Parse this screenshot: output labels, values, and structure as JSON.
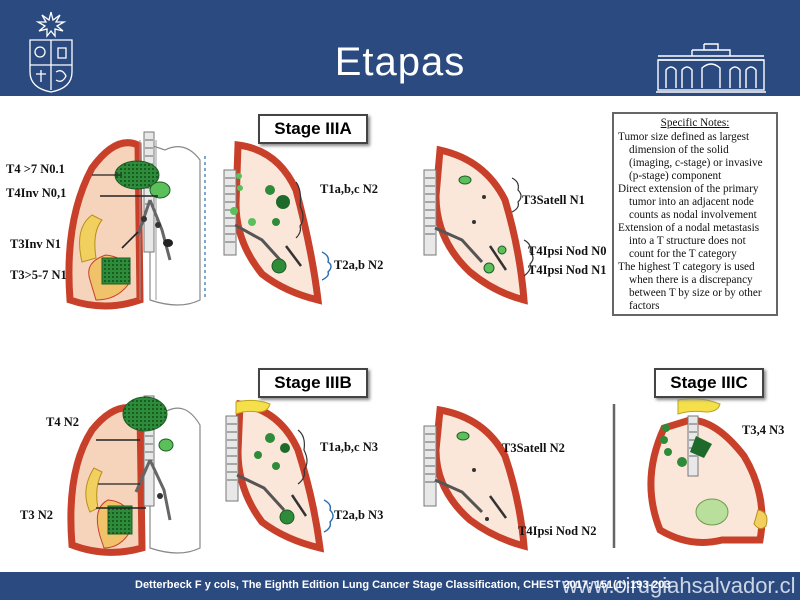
{
  "slide": {
    "title": "Etapas"
  },
  "stages": {
    "iiia": "Stage IIIA",
    "iiib": "Stage IIIB",
    "iiic": "Stage IIIC"
  },
  "notes": {
    "heading": "Specific Notes:",
    "items": [
      "Tumor size defined as largest dimension of the solid (imaging, c-stage) or invasive (p-stage) component",
      "Direct extension of the primary tumor into an adjacent node counts as nodal involvement",
      "Extension of a nodal metastasis into a T structure does not count for the T category",
      "The highest T category is used when there is a discrepancy between T by size or by other factors"
    ]
  },
  "labels": {
    "iiia": {
      "t4_gt7": "T4 >7 N0.1",
      "t4_inv": "T4Inv N0,1",
      "t3_inv": "T3Inv N1",
      "t3_5_7": "T3>5-7 N1",
      "t1abc": "T1a,b,c N2",
      "t2ab": "T2a,b N2",
      "t3_satell": "T3Satell N1",
      "t4_ipsi_n0": "T4Ipsi Nod N0",
      "t4_ipsi_n1": "T4Ipsi Nod N1"
    },
    "iiib": {
      "t4n2": "T4 N2",
      "t3n2": "T3 N2",
      "t1abc": "T1a,b,c N3",
      "t2ab": "T2a,b N3",
      "t3_satell": "T3Satell N2",
      "t4_ipsi": "T4Ipsi Nod N2"
    },
    "iiic": {
      "t34n3": "T3,4 N3"
    }
  },
  "footer": {
    "citation": "Detterbeck F y cols, The Eighth Edition Lung Cancer Stage Classification, CHEST 2017; 151(1):193-203",
    "website": "www.cirugiahsalvador.cl"
  },
  "colors": {
    "header": "#2b4a80",
    "lung_border": "#c8402a",
    "lung_fill": "#f3c6a8",
    "tumor": "#2e8b3a",
    "node": "#5cc05a"
  }
}
